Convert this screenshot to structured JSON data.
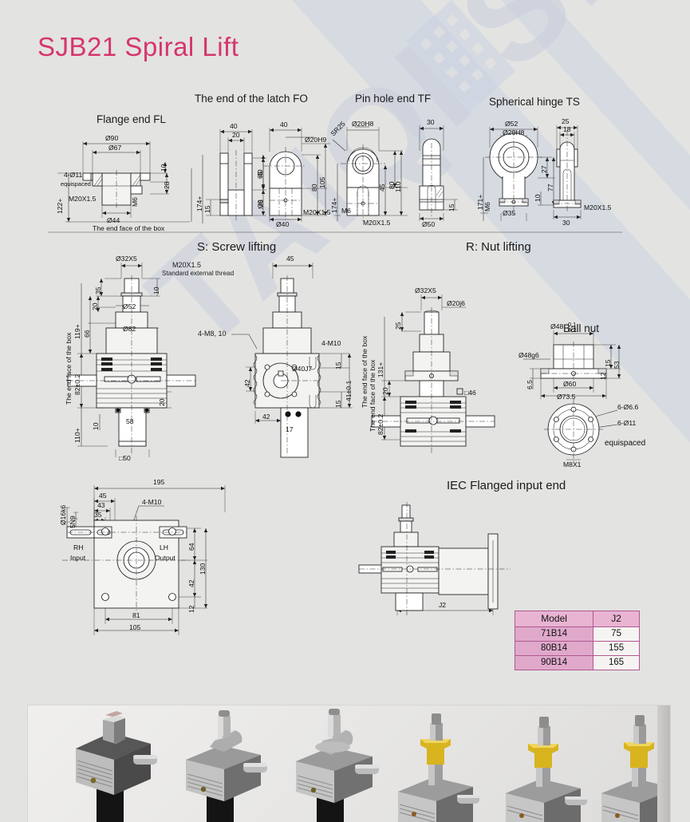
{
  "title": "SJB21 Spiral Lift",
  "title_color": "#d6356d",
  "watermark": "TAIQI SEIKO",
  "sections": {
    "flange_end": "Flange end FL",
    "latch_end": "The end of the latch FO",
    "pin_hole_end": "Pin hole end TF",
    "spherical_hinge": "Spherical hinge TS",
    "screw_lifting": "S:  Screw lifting",
    "nut_lifting": "R:  Nut lifting",
    "ball_nut": "Ball nut",
    "iec_input": "IEC Flanged input end"
  },
  "flange_end_dims": {
    "d90": "Ø90",
    "d67": "Ø67",
    "d44": "Ø44",
    "h10": "10",
    "h28": "28",
    "holes": "4-Ø11",
    "equispaced": "equispaced",
    "thread": "M20X1.5",
    "m6": "M6",
    "overall": "122+",
    "overall2": "174+",
    "note": "The end face of the box"
  },
  "latch_end_dims": {
    "w40a": "40",
    "w20": "20",
    "h40": "40",
    "h30": "30",
    "h15": "15",
    "overall_left": "174+",
    "w40b": "40",
    "bore": "Ø20H9",
    "h65": "65",
    "h80": "80",
    "h105": "105",
    "m6": "M6",
    "thread": "M20X1.5",
    "d40": "Ø40"
  },
  "pin_hole_dims": {
    "sr25": "SR25",
    "bore": "Ø20H8",
    "w30": "30",
    "h45": "45",
    "h80": "80",
    "h110": "110",
    "h15": "15",
    "d50": "Ø50",
    "m6": "M6",
    "thread": "M20X1.5",
    "overall": "174+"
  },
  "spherical_hinge_dims": {
    "d52": "Ø52",
    "bore": "Ø20H8",
    "w25": "25",
    "w18": "18",
    "h27": "27",
    "h10": "10",
    "h77": "77",
    "d35": "Ø35",
    "w30": "30",
    "m6": "M6",
    "thread": "M20X1.5",
    "overall": "171+"
  },
  "screw_lifting_dims": {
    "screw": "Ø32X5",
    "thread": "M20X1.5",
    "thread_note": "Standard external thread",
    "h35": "35",
    "h10": "10",
    "h20": "20",
    "h66": "66",
    "h119": "119+",
    "d52": "Ø52",
    "d82": "Ø82",
    "face_note": "The end face of the box",
    "h82": "82±0.2",
    "h110": "110+",
    "h10b": "10",
    "w58": "58",
    "h20b": "20",
    "sq50": "□50",
    "bolts": "4-M8,  10",
    "w45": "45",
    "bolts_r": "4-M10",
    "bore": "Ø40J7",
    "w42a": "42",
    "w42b": "42",
    "h15a": "15",
    "h15b": "15",
    "h41": "41±0.1",
    "w17": "17",
    "face_note_r": "The end face of the box"
  },
  "nut_lifting_dims": {
    "screw": "Ø32X5",
    "shaft": "Ø20j6",
    "h25": "25",
    "h131": "131+",
    "h20": "20",
    "sq46": "□46",
    "h82": "82±0.2",
    "face_note": "The end face of the box"
  },
  "ball_nut_dims": {
    "d48tol": "Ø48",
    "tol_up": "0.1",
    "tol_lo": "0.2",
    "d48g6": "Ø48g6",
    "h15": "15",
    "h53": "53",
    "h12": "12",
    "h65": "6.5",
    "d60": "Ø60",
    "d735": "Ø73.5",
    "holes1": "6-Ø6.6",
    "holes2": "6-Ø11",
    "equispaced": "equispaced",
    "thread": "M8X1"
  },
  "input_output_dims": {
    "w195": "195",
    "w45": "45",
    "w43": "43",
    "w35": "35",
    "shaft": "Ø16k6",
    "key": "5N9",
    "bolts": "4-M10",
    "rh": "RH",
    "rh2": "Input",
    "lh": "LH",
    "lh2": "Output",
    "h64": "64",
    "h130": "130",
    "h42": "42",
    "h12": "12",
    "w81": "81",
    "w105": "105"
  },
  "iec_dims": {
    "j2": "J2"
  },
  "model_table": {
    "headers": [
      "Model",
      "J2"
    ],
    "rows": [
      {
        "model": "71B14",
        "j2": "75"
      },
      {
        "model": "80B14",
        "j2": "155"
      },
      {
        "model": "90B14",
        "j2": "165"
      }
    ],
    "header_bg": "#e8b4d2",
    "key_bg": "#e0a9cb",
    "border": "#b0578f"
  },
  "photos": {
    "count": 6,
    "caption": ""
  }
}
